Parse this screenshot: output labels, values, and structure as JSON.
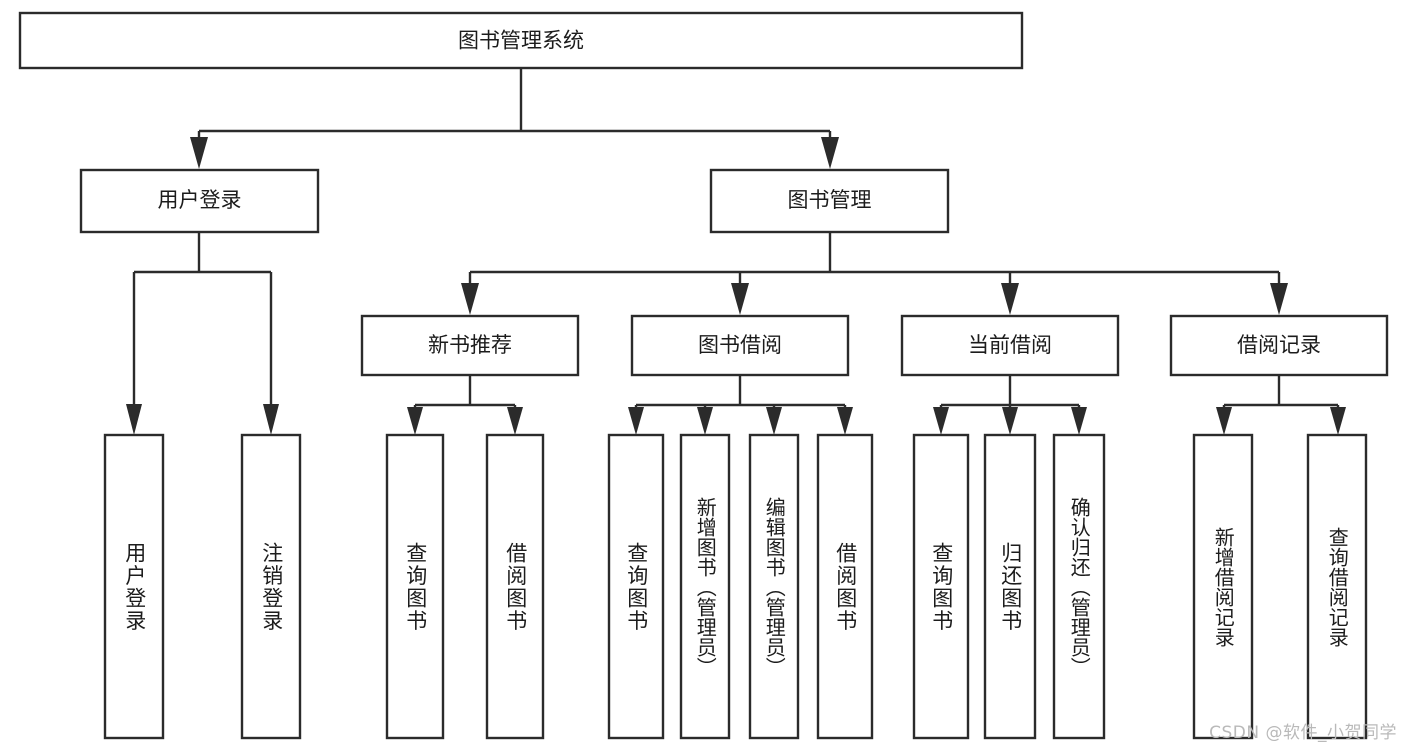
{
  "diagram": {
    "title": "图书管理系统",
    "type": "hierarchy-tree",
    "root": {
      "id": "root",
      "label": "图书管理系统",
      "orientation": "horizontal"
    },
    "level2": [
      {
        "id": "user-login",
        "label": "用户登录",
        "orientation": "horizontal"
      },
      {
        "id": "book-manage",
        "label": "图书管理",
        "orientation": "horizontal"
      }
    ],
    "level3": [
      {
        "id": "new-book-recommend",
        "label": "新书推荐",
        "parent": "book-manage",
        "orientation": "horizontal"
      },
      {
        "id": "book-borrow",
        "label": "图书借阅",
        "parent": "book-manage",
        "orientation": "horizontal"
      },
      {
        "id": "current-borrow",
        "label": "当前借阅",
        "parent": "book-manage",
        "orientation": "horizontal"
      },
      {
        "id": "borrow-record",
        "label": "借阅记录",
        "parent": "book-manage",
        "orientation": "horizontal"
      }
    ],
    "leaves": [
      {
        "id": "leaf-user-login",
        "label": "用户登录",
        "parent": "user-login",
        "orientation": "vertical"
      },
      {
        "id": "leaf-logout-login",
        "label": "注销登录",
        "parent": "user-login",
        "orientation": "vertical"
      },
      {
        "id": "leaf-query-book-1",
        "label": "查询图书",
        "parent": "new-book-recommend",
        "orientation": "vertical"
      },
      {
        "id": "leaf-borrow-book-1",
        "label": "借阅图书",
        "parent": "new-book-recommend",
        "orientation": "vertical"
      },
      {
        "id": "leaf-query-book-2",
        "label": "查询图书",
        "parent": "book-borrow",
        "orientation": "vertical"
      },
      {
        "id": "leaf-add-book-admin",
        "label": "新增图书（管理员）",
        "parent": "book-borrow",
        "orientation": "vertical"
      },
      {
        "id": "leaf-edit-book-admin",
        "label": "编辑图书（管理员）",
        "parent": "book-borrow",
        "orientation": "vertical"
      },
      {
        "id": "leaf-borrow-book-2",
        "label": "借阅图书",
        "parent": "book-borrow",
        "orientation": "vertical"
      },
      {
        "id": "leaf-query-book-3",
        "label": "查询图书",
        "parent": "current-borrow",
        "orientation": "vertical"
      },
      {
        "id": "leaf-return-book",
        "label": "归还图书",
        "parent": "current-borrow",
        "orientation": "vertical"
      },
      {
        "id": "leaf-confirm-return-admin",
        "label": "确认归还（管理员）",
        "parent": "current-borrow",
        "orientation": "vertical"
      },
      {
        "id": "leaf-add-borrow-record",
        "label": "新增借阅记录",
        "parent": "borrow-record",
        "orientation": "vertical"
      },
      {
        "id": "leaf-query-borrow-record",
        "label": "查询借阅记录",
        "parent": "borrow-record",
        "orientation": "vertical"
      }
    ]
  },
  "watermark": {
    "text": "CSDN @软件_小贺同学"
  },
  "colors": {
    "stroke": "#2b2b2b",
    "fill": "#ffffff",
    "text": "#1c1c1c",
    "watermark": "#b9b9b9",
    "background": "#ffffff"
  }
}
